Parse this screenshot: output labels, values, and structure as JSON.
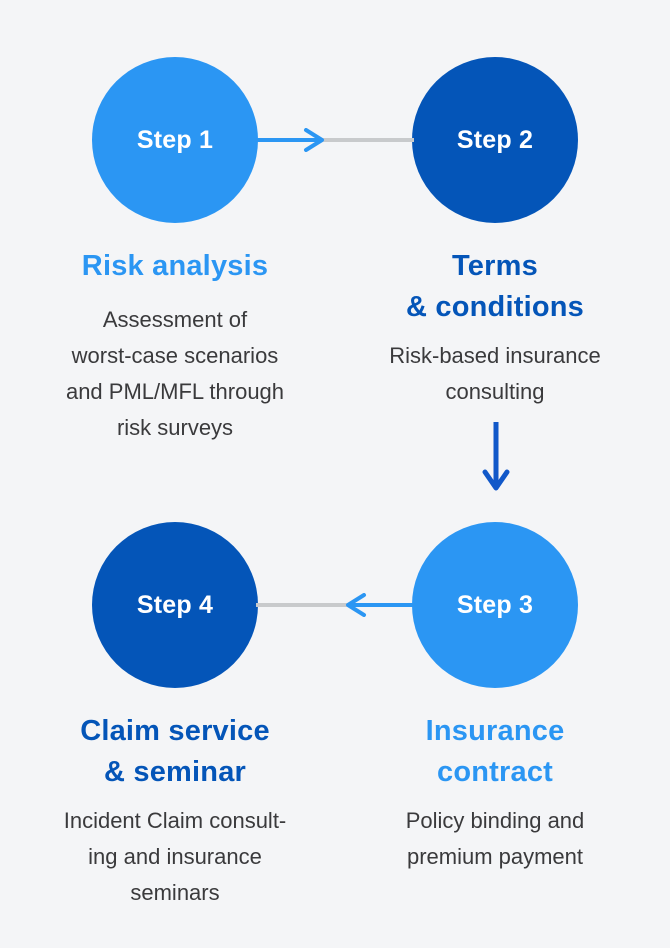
{
  "colors": {
    "background": "#F4F5F7",
    "light_blue": "#2B96F3",
    "dark_blue": "#0455B8",
    "connector_gray": "#C8CACC",
    "down_arrow_blue": "#1158C9",
    "body_text": "#3A3A3C",
    "circle_text": "#FFFFFF"
  },
  "steps": [
    {
      "badge": "Step 1",
      "variant": "light",
      "title": "Risk analysis",
      "description": "Assessment of\nworst-case scenarios\nand PML/MFL through\nrisk surveys"
    },
    {
      "badge": "Step 2",
      "variant": "dark",
      "title": "Terms\n& conditions",
      "description": "Risk-based insurance\nconsulting"
    },
    {
      "badge": "Step 3",
      "variant": "light",
      "title": "Insurance\ncontract",
      "description": "Policy binding and\npremium payment"
    },
    {
      "badge": "Step 4",
      "variant": "dark",
      "title": "Claim service\n& seminar",
      "description": "Incident Claim consult-\ning and insurance\nseminars"
    }
  ],
  "arrows": [
    {
      "name": "step1-to-step2",
      "direction": "right"
    },
    {
      "name": "step2-to-step3",
      "direction": "down"
    },
    {
      "name": "step3-to-step4",
      "direction": "left"
    }
  ]
}
